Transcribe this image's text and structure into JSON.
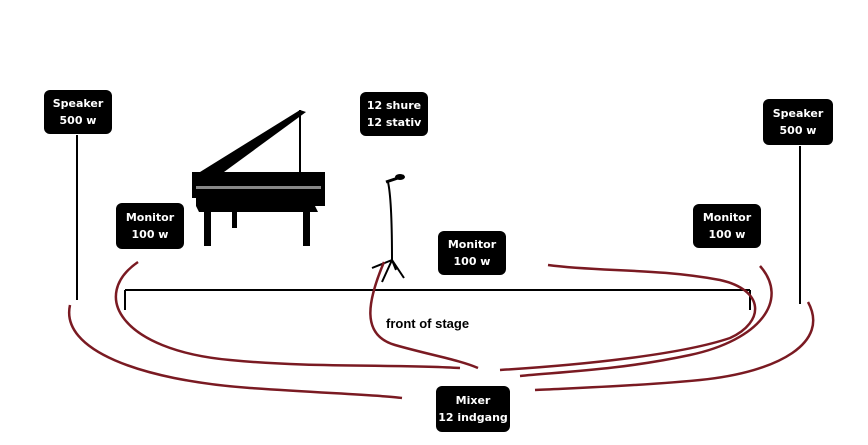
{
  "speaker_left": {
    "line1": "Speaker",
    "line2": "500 w"
  },
  "speaker_right": {
    "line1": "Speaker",
    "line2": "500 w"
  },
  "monitor_left": {
    "line1": "Monitor",
    "line2": "100 w"
  },
  "monitor_center": {
    "line1": "Monitor",
    "line2": "100 w"
  },
  "monitor_right": {
    "line1": "Monitor",
    "line2": "100 w"
  },
  "mics": {
    "line1": "12 shure",
    "line2": "12 stativ"
  },
  "mixer": {
    "line1": "Mixer",
    "line2": "12 indgang"
  },
  "stage_label": "front of stage",
  "colors": {
    "cable": "#7a1a22",
    "box": "#000000",
    "box_text": "#ffffff"
  },
  "icons": [
    "grand-piano-icon",
    "microphone-stand-icon"
  ]
}
